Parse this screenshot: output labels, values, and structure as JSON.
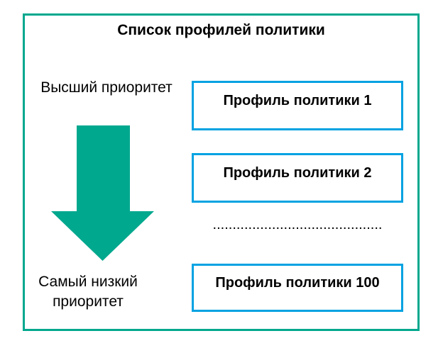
{
  "diagram": {
    "title": "Список профилей политики",
    "left": {
      "top_label": "Высший приоритет",
      "bottom_label": "Самый низкий приоритет"
    },
    "profiles": [
      {
        "label": "Профиль политики 1"
      },
      {
        "label": "Профиль политики 2"
      },
      {
        "label": "Профиль политики 100"
      }
    ],
    "ellipsis_dots": "...........................................",
    "colors": {
      "frame_border": "#00a88e",
      "arrow_fill": "#00a88e",
      "profile_box_border": "#00a2e2",
      "text": "#000000",
      "background": "#ffffff"
    }
  }
}
